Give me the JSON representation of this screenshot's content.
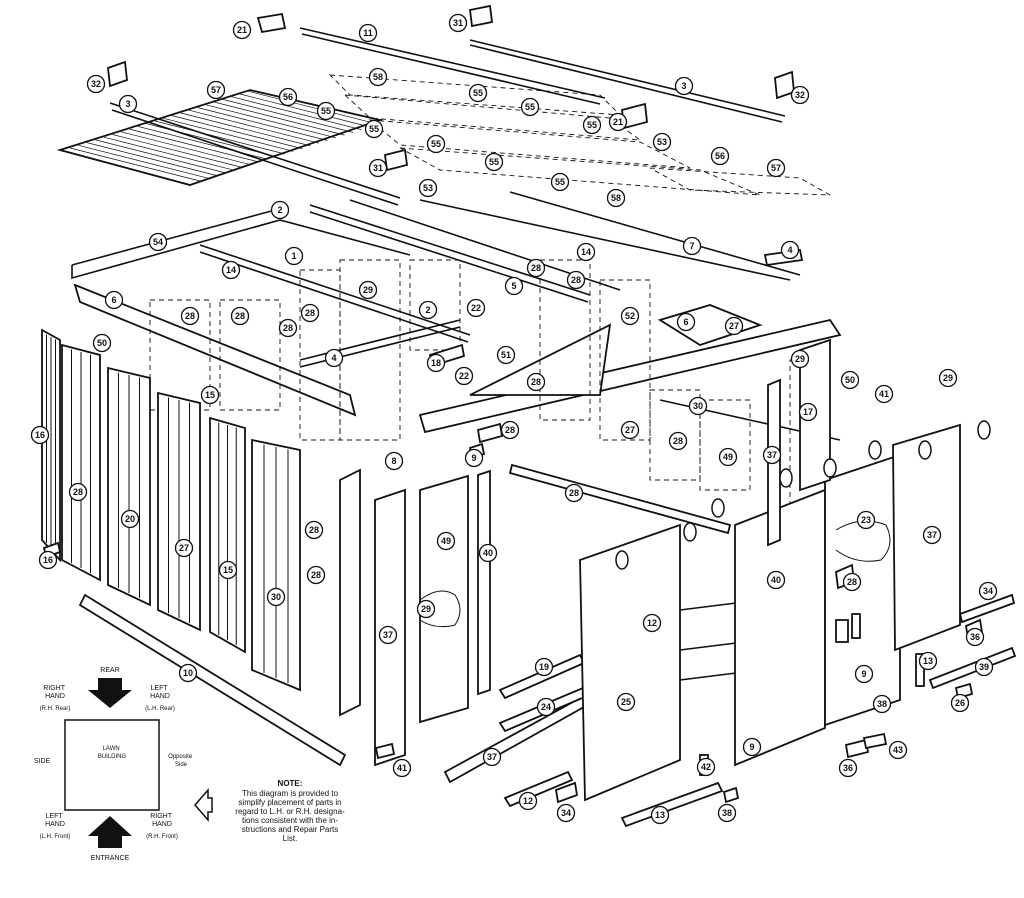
{
  "callouts": [
    {
      "label": "21"
    },
    {
      "label": "11"
    },
    {
      "label": "31"
    },
    {
      "label": "32"
    },
    {
      "label": "3"
    },
    {
      "label": "57"
    },
    {
      "label": "56"
    },
    {
      "label": "55"
    },
    {
      "label": "58"
    },
    {
      "label": "55"
    },
    {
      "label": "55"
    },
    {
      "label": "3"
    },
    {
      "label": "32"
    },
    {
      "label": "55"
    },
    {
      "label": "21"
    },
    {
      "label": "53"
    },
    {
      "label": "55"
    },
    {
      "label": "55"
    },
    {
      "label": "56"
    },
    {
      "label": "57"
    },
    {
      "label": "31"
    },
    {
      "label": "55"
    },
    {
      "label": "55"
    },
    {
      "label": "53"
    },
    {
      "label": "58"
    },
    {
      "label": "2"
    },
    {
      "label": "54"
    },
    {
      "label": "1"
    },
    {
      "label": "14"
    },
    {
      "label": "7"
    },
    {
      "label": "4"
    },
    {
      "label": "14"
    },
    {
      "label": "28"
    },
    {
      "label": "28"
    },
    {
      "label": "5"
    },
    {
      "label": "6"
    },
    {
      "label": "28"
    },
    {
      "label": "28"
    },
    {
      "label": "28"
    },
    {
      "label": "29"
    },
    {
      "label": "2"
    },
    {
      "label": "22"
    },
    {
      "label": "52"
    },
    {
      "label": "6"
    },
    {
      "label": "27"
    },
    {
      "label": "28"
    },
    {
      "label": "50"
    },
    {
      "label": "4"
    },
    {
      "label": "18"
    },
    {
      "label": "22"
    },
    {
      "label": "51"
    },
    {
      "label": "28"
    },
    {
      "label": "29"
    },
    {
      "label": "16"
    },
    {
      "label": "41"
    },
    {
      "label": "29"
    },
    {
      "label": "50"
    },
    {
      "label": "15"
    },
    {
      "label": "30"
    },
    {
      "label": "17"
    },
    {
      "label": "28"
    },
    {
      "label": "27"
    },
    {
      "label": "28"
    },
    {
      "label": "49"
    },
    {
      "label": "37"
    },
    {
      "label": "9"
    },
    {
      "label": "8"
    },
    {
      "label": "28"
    },
    {
      "label": "28"
    },
    {
      "label": "20"
    },
    {
      "label": "28"
    },
    {
      "label": "27"
    },
    {
      "label": "15"
    },
    {
      "label": "28"
    },
    {
      "label": "30"
    },
    {
      "label": "49"
    },
    {
      "label": "40"
    },
    {
      "label": "40"
    },
    {
      "label": "23"
    },
    {
      "label": "37"
    },
    {
      "label": "28"
    },
    {
      "label": "16"
    },
    {
      "label": "29"
    },
    {
      "label": "37"
    },
    {
      "label": "41"
    },
    {
      "label": "12"
    },
    {
      "label": "34"
    },
    {
      "label": "36"
    },
    {
      "label": "13"
    },
    {
      "label": "39"
    },
    {
      "label": "9"
    },
    {
      "label": "10"
    },
    {
      "label": "19"
    },
    {
      "label": "24"
    },
    {
      "label": "25"
    },
    {
      "label": "38"
    },
    {
      "label": "26"
    },
    {
      "label": "9"
    },
    {
      "label": "37"
    },
    {
      "label": "36"
    },
    {
      "label": "42"
    },
    {
      "label": "43"
    },
    {
      "label": "12"
    },
    {
      "label": "34"
    },
    {
      "label": "13"
    },
    {
      "label": "38"
    }
  ],
  "legend": {
    "rear": "REAR",
    "right_hand_top": "RIGHT\nHAND",
    "right_hand_top_sub": "(R.H. Rear)",
    "left_hand_top": "LEFT\nHAND",
    "left_hand_top_sub": "(L.H. Rear)",
    "side": "SIDE",
    "building": "LAWN\nBUILDING",
    "opposite_side": "Opposite\nSide",
    "left_hand_bottom": "LEFT\nHAND",
    "left_hand_bottom_sub": "(L.H. Front)",
    "right_hand_bottom": "RIGHT\nHAND",
    "right_hand_bottom_sub": "(R.H. Front)",
    "entrance": "ENTRANCE"
  },
  "note": {
    "title": "NOTE:",
    "lines": [
      "This diagram is provided to",
      "simplify placement of parts in",
      "regard to L.H. or R.H. designa-",
      "tions consistent with the in-",
      "structions and Repair Parts",
      "List."
    ]
  }
}
